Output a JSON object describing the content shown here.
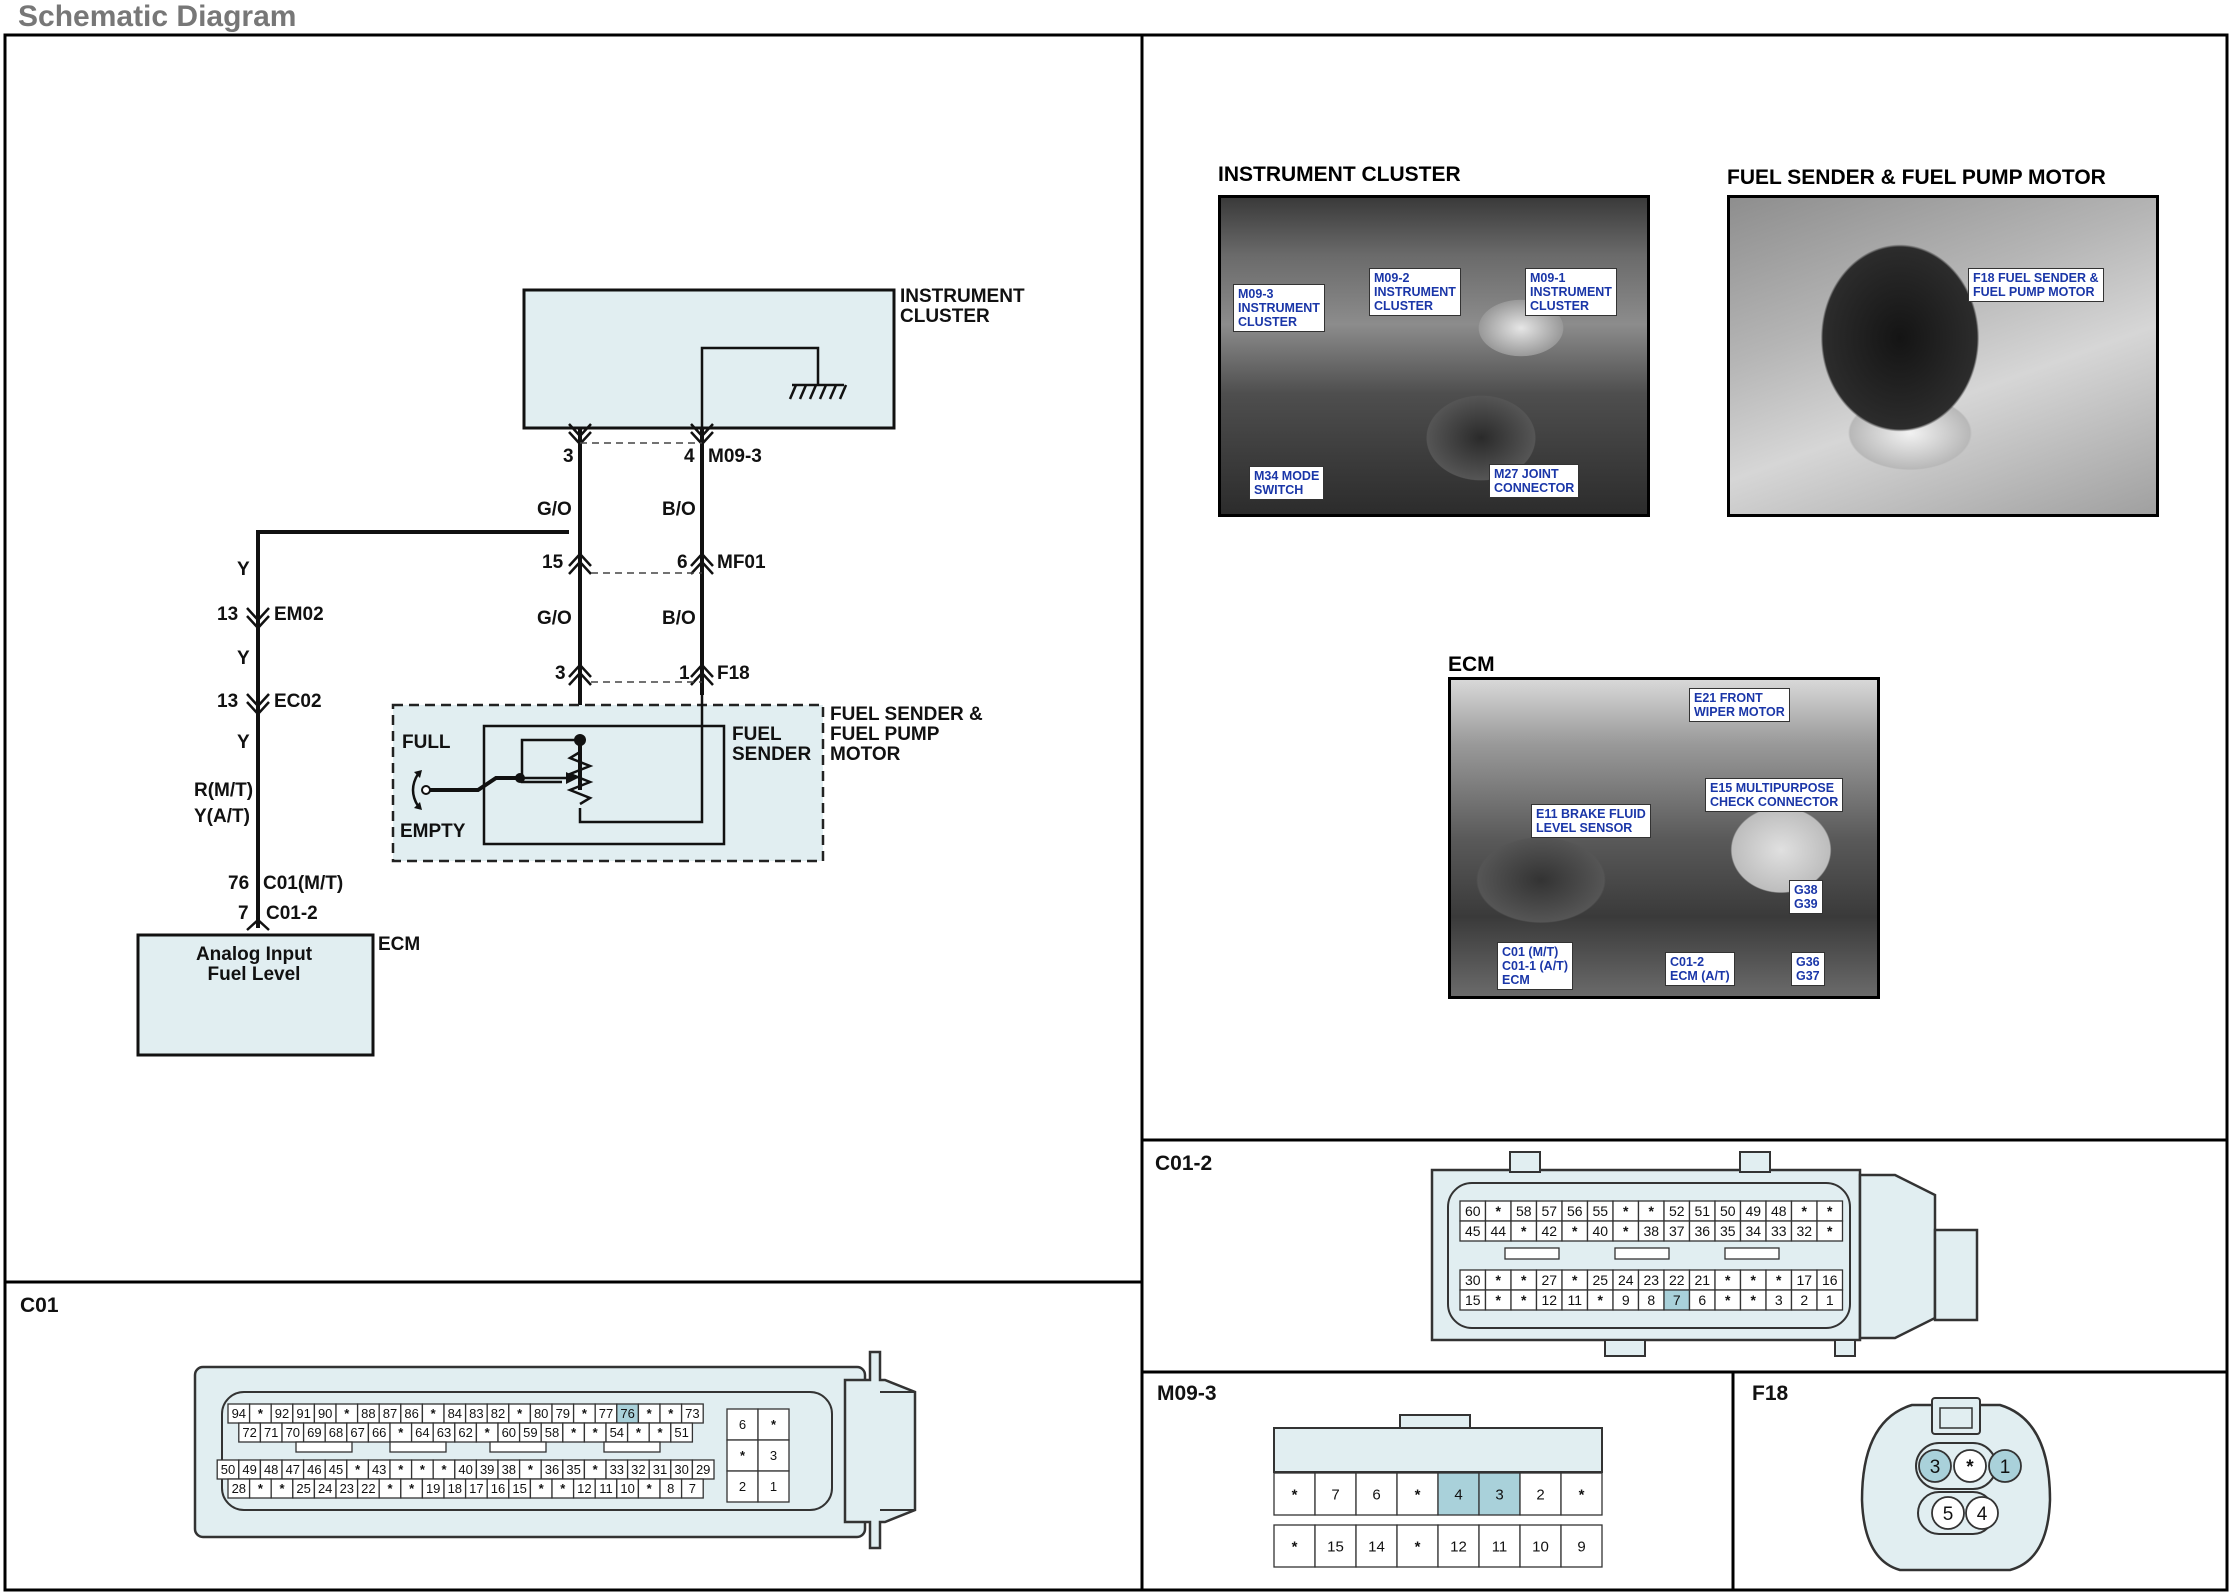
{
  "page": {
    "title": "Schematic Diagram"
  },
  "schematic": {
    "instrument_cluster": "INSTRUMENT\nCLUSTER",
    "connectors": {
      "m09_3": {
        "name": "M09-3",
        "pin_left": "3",
        "pin_right": "4"
      },
      "mf01": {
        "name": "MF01",
        "pin_left": "15",
        "pin_right": "6"
      },
      "f18": {
        "name": "F18",
        "pin_left": "3",
        "pin_right": "1"
      },
      "em02": {
        "name": "EM02",
        "pin": "13"
      },
      "ec02": {
        "name": "EC02",
        "pin": "13"
      },
      "c01": {
        "name": "C01(M/T)",
        "pin": "76"
      },
      "c01_2": {
        "name": "C01-2",
        "pin": "7"
      }
    },
    "wires": {
      "go_upper": "G/O",
      "bo_upper": "B/O",
      "go_lower": "G/O",
      "bo_lower": "B/O",
      "y1": "Y",
      "y2": "Y",
      "y3": "Y",
      "rmt": "R(M/T)",
      "yat": "Y(A/T)"
    },
    "fuel_sender": {
      "module": "FUEL SENDER &\nFUEL PUMP\nMOTOR",
      "sender": "FUEL\nSENDER",
      "full": "FULL",
      "empty": "EMPTY"
    },
    "ecm": {
      "name": "ECM",
      "block": "Analog Input\nFuel Level"
    }
  },
  "photos": {
    "cluster": {
      "title": "INSTRUMENT CLUSTER",
      "callouts": [
        "M09-3\nINSTRUMENT\nCLUSTER",
        "M09-2\nINSTRUMENT\nCLUSTER",
        "M09-1\nINSTRUMENT\nCLUSTER",
        "M34 MODE\nSWITCH",
        "M27 JOINT\nCONNECTOR"
      ]
    },
    "fuel": {
      "title": "FUEL SENDER & FUEL PUMP MOTOR",
      "callouts": [
        "F18 FUEL SENDER &\nFUEL PUMP MOTOR"
      ]
    },
    "ecm": {
      "title": "ECM",
      "callouts": [
        "E21 FRONT\nWIPER MOTOR",
        "E15 MULTIPURPOSE\nCHECK CONNECTOR",
        "E11 BRAKE FLUID\nLEVEL SENSOR",
        "G38\nG39",
        "C01 (M/T)\nC01-1 (A/T)\nECM",
        "C01-2\nECM (A/T)",
        "G36\nG37"
      ]
    }
  },
  "connector_views": {
    "c01": {
      "label": "C01",
      "rows": [
        [
          "94",
          "*",
          "92",
          "91",
          "90",
          "*",
          "88",
          "87",
          "86",
          "*",
          "84",
          "83",
          "82",
          "*",
          "80",
          "79",
          "*",
          "77",
          "76",
          "*",
          "*",
          "73"
        ],
        [
          "72",
          "71",
          "70",
          "69",
          "68",
          "67",
          "66",
          "*",
          "64",
          "63",
          "62",
          "*",
          "60",
          "59",
          "58",
          "*",
          "*",
          "54",
          "*",
          "*",
          "51"
        ],
        [
          "50",
          "49",
          "48",
          "47",
          "46",
          "45",
          "*",
          "43",
          "*",
          "*",
          "*",
          "40",
          "39",
          "38",
          "*",
          "36",
          "35",
          "*",
          "33",
          "32",
          "31",
          "30",
          "29"
        ],
        [
          "28",
          "*",
          "*",
          "25",
          "24",
          "23",
          "22",
          "*",
          "*",
          "19",
          "18",
          "17",
          "16",
          "15",
          "*",
          "*",
          "12",
          "11",
          "10",
          "*",
          "8",
          "7"
        ]
      ],
      "side": [
        [
          "6",
          "*"
        ],
        [
          "*",
          "3"
        ],
        [
          "2",
          "1"
        ]
      ],
      "highlight": "76"
    },
    "c01_2": {
      "label": "C01-2",
      "rows": [
        [
          "60",
          "*",
          "58",
          "57",
          "56",
          "55",
          "*",
          "*",
          "52",
          "51",
          "50",
          "49",
          "48",
          "*",
          "*"
        ],
        [
          "45",
          "44",
          "*",
          "42",
          "*",
          "40",
          "*",
          "38",
          "37",
          "36",
          "35",
          "34",
          "33",
          "32",
          "*"
        ],
        [
          "30",
          "*",
          "*",
          "27",
          "*",
          "25",
          "24",
          "23",
          "22",
          "21",
          "*",
          "*",
          "*",
          "17",
          "16"
        ],
        [
          "15",
          "*",
          "*",
          "12",
          "11",
          "*",
          "9",
          "8",
          "7",
          "6",
          "*",
          "*",
          "3",
          "2",
          "1"
        ]
      ],
      "highlight": "7"
    },
    "m09_3": {
      "label": "M09-3",
      "top": [
        "*",
        "7",
        "6",
        "*",
        "4",
        "3",
        "2",
        "*"
      ],
      "bottom": [
        "*",
        "15",
        "14",
        "*",
        "12",
        "11",
        "10",
        "9"
      ],
      "highlight": [
        "4",
        "3"
      ]
    },
    "f18": {
      "label": "F18",
      "top": [
        "3",
        "*",
        "1"
      ],
      "bottom": [
        "5",
        "4"
      ],
      "highlight": [
        "3",
        "1"
      ]
    }
  },
  "colors": {
    "fill": "#e1eef1",
    "highlight": "#a9d1da",
    "frame": "#000000",
    "callout_text": "#1a36a8"
  }
}
